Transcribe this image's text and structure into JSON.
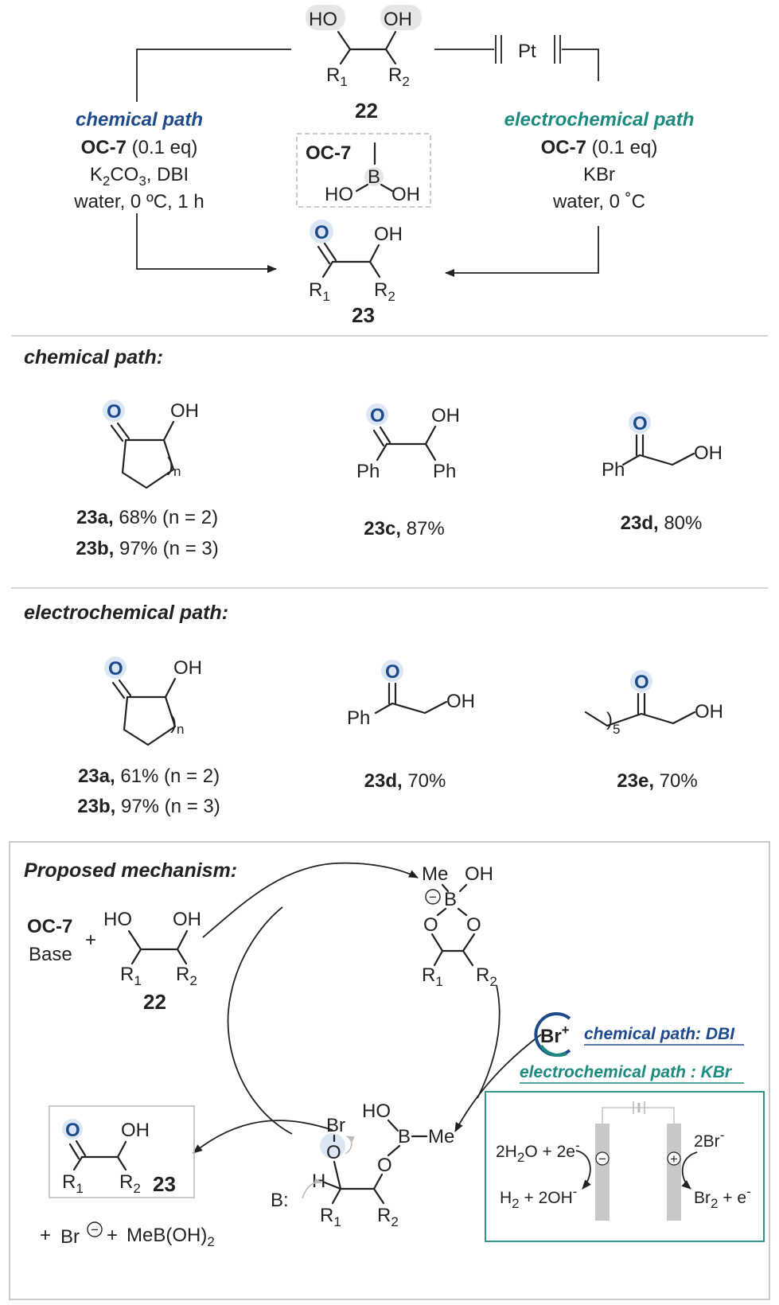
{
  "colors": {
    "blue": "#1f4a8a",
    "teal": "#1c8a7e",
    "highlight": "#dbe6f5",
    "oh_highlight": "#e6e6e6",
    "box_border": "#1c8a7e"
  },
  "top": {
    "diol": {
      "ho": "HO",
      "oh": "OH",
      "r1": "R",
      "r1_sub": "1",
      "r2": "R",
      "r2_sub": "2",
      "label": "22"
    },
    "electrode": "Pt",
    "chem": {
      "title": "chemical path",
      "catalyst": "OC-7",
      "cat_eq": " (0.1 eq)",
      "reagent_a": "K",
      "reagent_sub": "2",
      "reagent_b": "CO",
      "reagent_sub2": "3",
      "reagent_c": ", DBI",
      "cond": "water, 0 ºC, 1 h"
    },
    "echem": {
      "title": "electrochemical path",
      "catalyst": "OC-7",
      "cat_eq": " (0.1 eq)",
      "reagent": "KBr",
      "cond": "water, 0 ˚C"
    },
    "oc7": {
      "name": "OC-7",
      "b": "B",
      "ho": "HO",
      "oh": "OH"
    },
    "product": {
      "o": "O",
      "oh": "OH",
      "r1": "R",
      "r1_sub": "1",
      "r2": "R",
      "r2_sub": "2",
      "label": "23"
    }
  },
  "chem_section": {
    "header": "chemical path:",
    "items": [
      {
        "id": "23a",
        "o": "O",
        "oh": "OH",
        "n": ")",
        "n_sub": "n",
        "line1_b": "23a,",
        "line1": " 68% (n = 2)",
        "line2_b": "23b,",
        "line2": " 97% (n = 3)"
      },
      {
        "id": "23c",
        "o": "O",
        "oh": "OH",
        "ph1": "Ph",
        "ph2": "Ph",
        "line1_b": "23c,",
        "line1": " 87%"
      },
      {
        "id": "23d",
        "o": "O",
        "oh": "OH",
        "ph": "Ph",
        "line1_b": "23d,",
        "line1": " 80%"
      }
    ]
  },
  "echem_section": {
    "header": "electrochemical path:",
    "items": [
      {
        "id": "23a",
        "o": "O",
        "oh": "OH",
        "n": ")",
        "n_sub": "n",
        "line1_b": "23a,",
        "line1": " 61% (n = 2)",
        "line2_b": "23b,",
        "line2": " 97% (n = 3)"
      },
      {
        "id": "23d",
        "o": "O",
        "oh": "OH",
        "ph": "Ph",
        "line1_b": "23d,",
        "line1": " 70%"
      },
      {
        "id": "23e",
        "o": "O",
        "oh": "OH",
        "chain": ")",
        "chain_sub": "5",
        "line1_b": "23e,",
        "line1": " 70%"
      }
    ]
  },
  "mechanism": {
    "header": "Proposed mechanism:",
    "start": {
      "oc7": "OC-7",
      "base": "Base",
      "plus": "+",
      "ho": "HO",
      "oh": "OH",
      "r1": "R",
      "r1_sub": "1",
      "r2": "R",
      "r2_sub": "2",
      "label": "22"
    },
    "boronate": {
      "me": "Me",
      "oh": "OH",
      "minus": "−",
      "b": "B",
      "o1": "O",
      "o2": "O",
      "r1": "R",
      "r1_sub": "1",
      "r2": "R",
      "r2_sub": "2"
    },
    "brplus": {
      "br": "Br",
      "plus": "+",
      "chem": "chemical path: DBI",
      "echem": "electrochemical path : KBr"
    },
    "intermediate": {
      "ho": "HO",
      "b": "B",
      "me": "Me",
      "br": "Br",
      "o1": "O",
      "o2": "O",
      "h": "H",
      "base": "B:",
      "r1": "R",
      "r1_sub": "1",
      "r2": "R",
      "r2_sub": "2"
    },
    "product": {
      "o": "O",
      "oh": "OH",
      "r1": "R",
      "r1_sub": "1",
      "r2": "R",
      "r2_sub": "2",
      "label": "23"
    },
    "byproducts": {
      "plus1": "+",
      "br": "Br",
      "minus": "−",
      "plus2": "+",
      "meb": "MeB(OH)",
      "meb_sub": "2"
    },
    "cell": {
      "left_a": "2H",
      "left_a_sub": "2",
      "left_b": "O + 2e",
      "left_b_sup": "-",
      "left_c": "H",
      "left_c_sub": "2",
      "left_d": " + 2OH",
      "left_d_sup": "-",
      "right_a": "2Br",
      "right_a_sup": "-",
      "right_b": "Br",
      "right_b_sub": "2",
      "right_c": " + e",
      "right_c_sup": "-",
      "neg": "−",
      "pos": "+"
    }
  }
}
